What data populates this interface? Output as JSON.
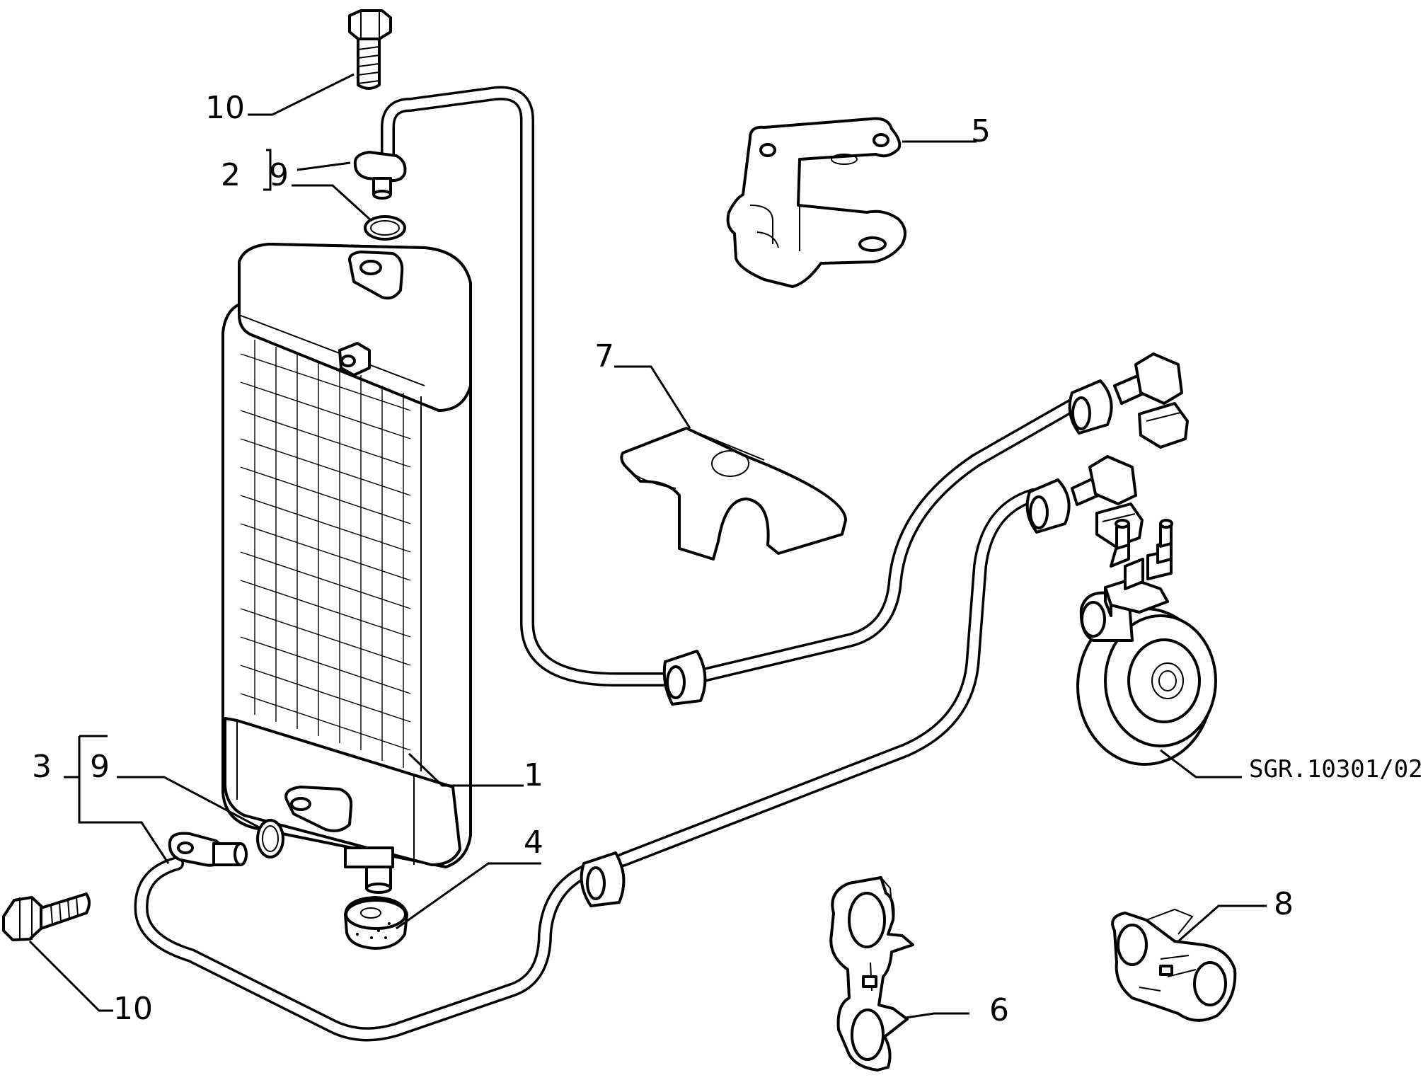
{
  "diagram": {
    "reference_code": "SGR.10301/02",
    "callouts": [
      {
        "id": "callout-1",
        "text": "1"
      },
      {
        "id": "callout-2",
        "text": "2"
      },
      {
        "id": "callout-3",
        "text": "3"
      },
      {
        "id": "callout-4",
        "text": "4"
      },
      {
        "id": "callout-5",
        "text": "5"
      },
      {
        "id": "callout-6",
        "text": "6"
      },
      {
        "id": "callout-7",
        "text": "7"
      },
      {
        "id": "callout-8",
        "text": "8"
      },
      {
        "id": "callout-9-top",
        "text": "9"
      },
      {
        "id": "callout-9-bottom",
        "text": "9"
      },
      {
        "id": "callout-10-top",
        "text": "10"
      },
      {
        "id": "callout-10-bottom",
        "text": "10"
      }
    ]
  }
}
